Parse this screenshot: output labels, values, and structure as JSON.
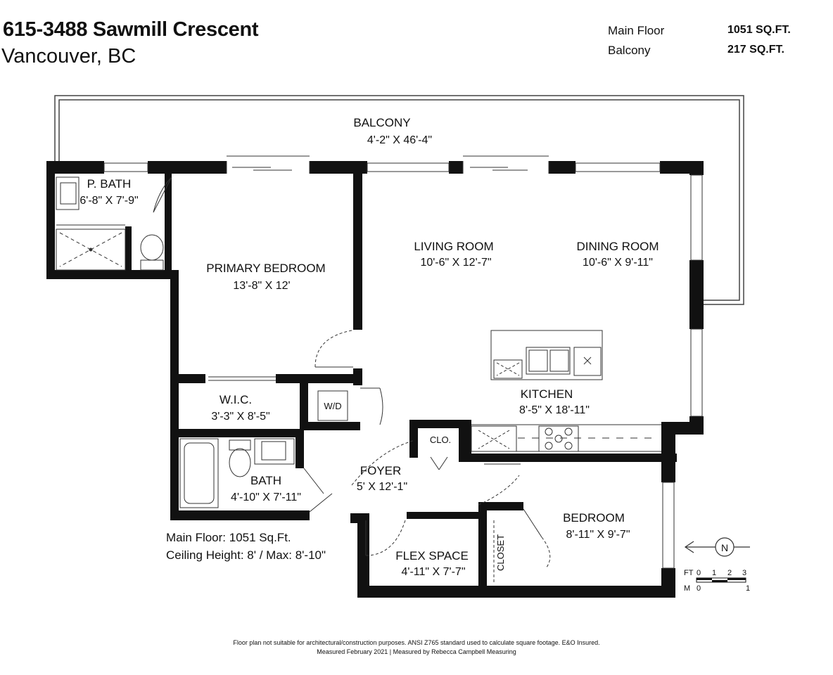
{
  "header": {
    "title": "615-3488 Sawmill Crescent",
    "subtitle": "Vancouver, BC"
  },
  "areas": [
    {
      "label": "Main Floor",
      "value": "1051 SQ.FT."
    },
    {
      "label": "Balcony",
      "value": "217 SQ.FT."
    }
  ],
  "rooms": {
    "balcony": {
      "name": "BALCONY",
      "dim": "4'-2\" X 46'-4\""
    },
    "p_bath": {
      "name": "P. BATH",
      "dim": "6'-8\" X 7'-9\""
    },
    "primary_bedroom": {
      "name": "PRIMARY BEDROOM",
      "dim": "13'-8\" X 12'"
    },
    "living_room": {
      "name": "LIVING ROOM",
      "dim": "10'-6\" X 12'-7\""
    },
    "dining_room": {
      "name": "DINING ROOM",
      "dim": "10'-6\" X 9'-11\""
    },
    "wic": {
      "name": "W.I.C.",
      "dim": "3'-3\" X 8'-5\""
    },
    "kitchen": {
      "name": "KITCHEN",
      "dim": "8'-5\"  X  18'-11\""
    },
    "bath": {
      "name": "BATH",
      "dim": "4'-10\" X 7'-11\""
    },
    "foyer": {
      "name": "FOYER",
      "dim": "5' X 12'-1\""
    },
    "bedroom": {
      "name": "BEDROOM",
      "dim": "8'-11\" X 9'-7\""
    },
    "flex_space": {
      "name": "FLEX SPACE",
      "dim": "4'-11\" X 7'-7\""
    }
  },
  "fixtures": {
    "wd": "W/D",
    "clo": "CLO.",
    "closet": "CLOSET"
  },
  "notes": {
    "main_floor": "Main Floor: 1051 Sq.Ft.",
    "ceiling": "Ceiling Height: 8' / Max: 8'-10\""
  },
  "scale": {
    "ft_label": "FT",
    "ft_ticks": [
      "0",
      "1",
      "2",
      "3"
    ],
    "m_label": "M",
    "m_ticks": [
      "0",
      "1"
    ]
  },
  "compass": {
    "label": "N"
  },
  "footer": {
    "line1": "Floor plan not suitable for architectural/construction purposes. ANSI Z765 standard used to calculate square footage. E&O Insured.",
    "line2": "Measured February 2021 | Measured by Rebecca Campbell Measuring"
  }
}
